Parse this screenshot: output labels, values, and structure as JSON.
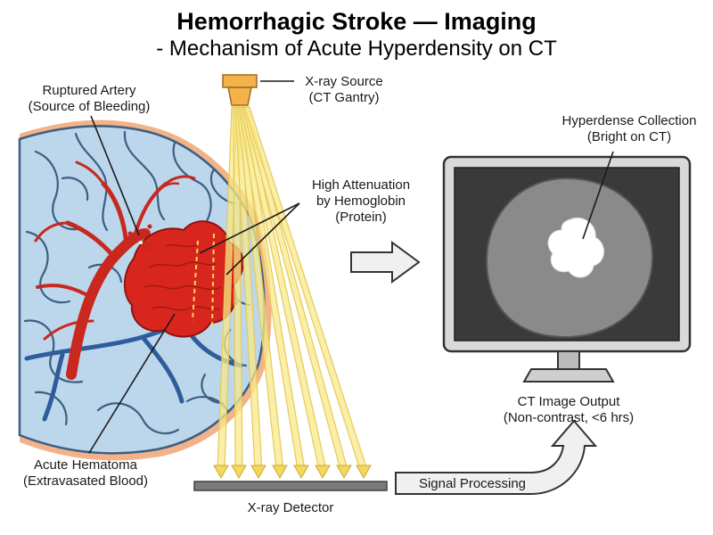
{
  "title": "Hemorrhagic Stroke — Imaging",
  "subtitle": "- Mechanism of Acute Hyperdensity on CT",
  "labels": {
    "ruptured_artery": [
      "Ruptured Artery",
      "(Source of Bleeding)"
    ],
    "xray_source": [
      "X-ray Source",
      "(CT Gantry)"
    ],
    "high_attenuation": [
      "High Attenuation",
      "by Hemoglobin",
      "(Protein)"
    ],
    "hyperdense_collection": [
      "Hyperdense Collection",
      "(Bright on CT)"
    ],
    "acute_hematoma": [
      "Acute Hematoma",
      "(Extravasated Blood)"
    ],
    "ct_image_output": [
      "CT Image Output",
      "(Non-contrast, <6 hrs)"
    ],
    "signal_processing": "Signal Processing",
    "xray_detector": "X-ray Detector"
  },
  "colors": {
    "brain_fill": "#bcd6ec",
    "brain_stroke": "#3b5f80",
    "artery": "#c8281e",
    "vein": "#2f5d9c",
    "hematoma": "#d8261f",
    "beam": "#f7e98a",
    "beam_stroke": "#e8c95a",
    "source": "#f3b24a",
    "detector": "#7a7a7a",
    "screen": "#3a3a3a",
    "ct_brain": "#8a8a8a",
    "hyperdense": "#ffffff"
  }
}
